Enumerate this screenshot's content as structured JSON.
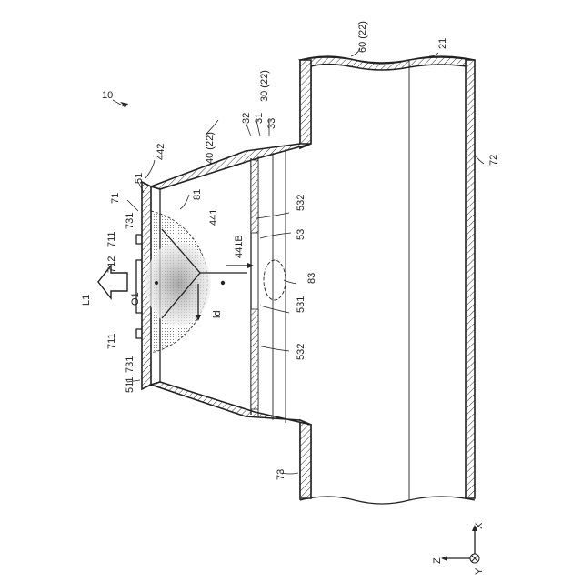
{
  "figure": {
    "ref_assembly": "10",
    "labels": {
      "l60_22": "60 (22)",
      "l21": "21",
      "l72": "72",
      "l40_22": "40 (22)",
      "l30_22": "30 (22)",
      "l32": "32",
      "l31": "31",
      "l33": "33",
      "l442": "442",
      "l51": "51",
      "l71": "71",
      "l81": "81",
      "l731a": "731",
      "l441": "441",
      "l532a": "532",
      "l711a": "711",
      "l441B": "441B",
      "l53": "53",
      "l712": "712",
      "l83": "83",
      "lL1": "L1",
      "lO1": "O1",
      "lld": "ld",
      "l531": "531",
      "l711b": "711",
      "l731b": "731",
      "l532b": "532",
      "l511": "511",
      "l73": "73"
    },
    "axes": {
      "x": "X",
      "z": "Z",
      "y": "Y"
    }
  }
}
